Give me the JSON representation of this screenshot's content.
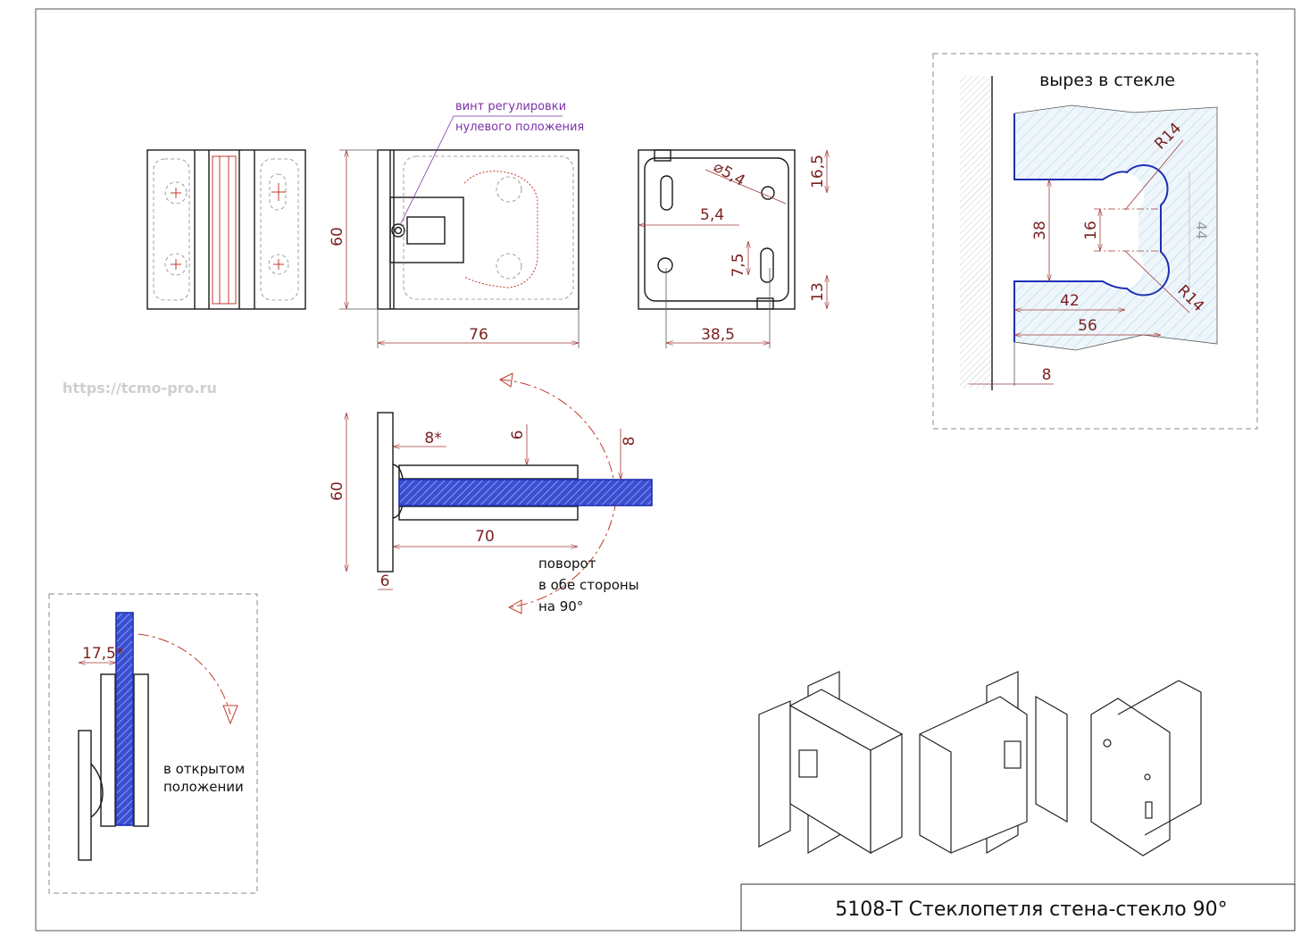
{
  "title_block": {
    "text": "5108-T Стеклопетля стена-стекло 90°"
  },
  "watermark": "https://tcmo-pro.ru",
  "callout": {
    "line1": "винт регулировки",
    "line2": "нулевого положения"
  },
  "side_view": {
    "dim_height": "60",
    "dim_width": "76"
  },
  "back_view": {
    "dim_hole_dia": "⌀5,4",
    "dim_slot": "5,4",
    "dim_top": "16,5",
    "dim_mid": "7,5",
    "dim_bottom": "13",
    "dim_width": "38,5"
  },
  "cutout": {
    "title": "вырез в стекле",
    "r_top": "R14",
    "r_bottom": "R14",
    "dim_38": "38",
    "dim_16": "16",
    "dim_44": "44",
    "dim_42": "42",
    "dim_56": "56",
    "dim_8": "8"
  },
  "section": {
    "dim_8_star": "8*",
    "dim_6_top": "6",
    "dim_8_right": "8",
    "dim_60": "60",
    "dim_70": "70",
    "dim_6_bottom": "6",
    "note_line1": "поворот",
    "note_line2": "в обе стороны",
    "note_line3": "на 90°"
  },
  "open_view": {
    "dim": "17,5*",
    "note_line1": "в открытом",
    "note_line2": "положении"
  }
}
